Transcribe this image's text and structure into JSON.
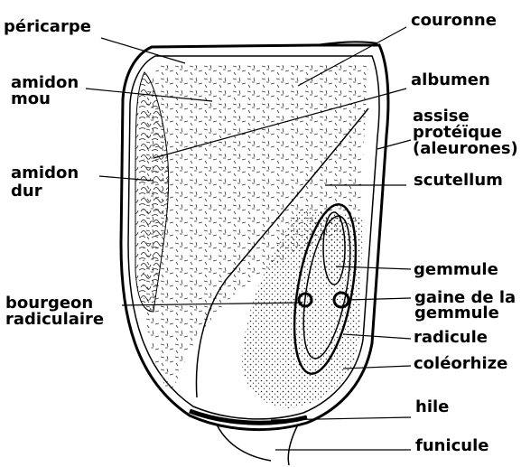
{
  "labels": {
    "pericarpe": "péricarpe",
    "couronne": "couronne",
    "amidon_mou_1": "amidon",
    "amidon_mou_2": "mou",
    "albumen": "albumen",
    "assise_1": "assise",
    "assise_2": "protéïque",
    "assise_3": "(aleurones)",
    "amidon_dur_1": "amidon",
    "amidon_dur_2": "dur",
    "scutellum": "scutellum",
    "gemmule": "gemmule",
    "bourgeon_1": "bourgeon",
    "bourgeon_2": "radiculaire",
    "gaine_1": "gaine de la",
    "gaine_2": "gemmule",
    "radicule": "radicule",
    "coleorhize": "coléorhize",
    "hile": "hile",
    "funicule": "funicule"
  }
}
